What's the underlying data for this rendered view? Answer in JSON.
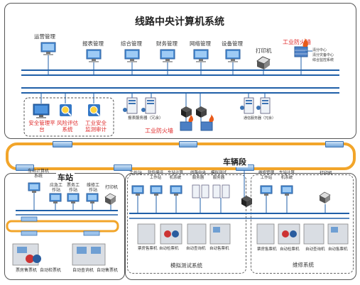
{
  "system_title": "线路中央计算机系统",
  "central": {
    "terminals": [
      {
        "label": "运营管理"
      },
      {
        "label": "报表管理"
      },
      {
        "label": "综合管理"
      },
      {
        "label": "财务管理"
      },
      {
        "label": "网络管理"
      },
      {
        "label": "设备管理"
      }
    ],
    "printer_label": "打印机",
    "firewall_top_label": "工业防火墙",
    "firewall_top_note_lines": [
      "清分中心",
      "清分灾备中心",
      "综合监控系统"
    ],
    "security_group": [
      {
        "label": "安全管理平台",
        "icon": "monitor-icon"
      },
      {
        "label": "风险评估系统",
        "icon": "magnifier-icon"
      },
      {
        "label": "工业安全监测审计",
        "icon": "magnifier-icon"
      }
    ],
    "report_servers_label": "报表服务器（冗余）",
    "firewall_mid_label": "工业防火墙",
    "comm_servers_label": "通信服务器（冗余）"
  },
  "station": {
    "title": "车站",
    "workstations": [
      {
        "label": "车站计算机系统"
      },
      {
        "label": "应急工作站"
      },
      {
        "label": "票务工作站"
      },
      {
        "label": "维修工作站"
      }
    ],
    "printer_label": "打印机",
    "devices": [
      {
        "label": "票房售票机"
      },
      {
        "label": "自动检票机"
      },
      {
        "label": "自动查询机"
      },
      {
        "label": "自动售票机"
      }
    ]
  },
  "depot": {
    "title": "车辆段",
    "sim": {
      "title": "模拟测试系统",
      "workstations": [
        {
          "label": "工作站"
        },
        {
          "label": "软件编译工作站"
        },
        {
          "label": "车站计算机系统"
        },
        {
          "label": "线路中央服务器"
        },
        {
          "label": "模拟测试服务器"
        }
      ],
      "devices": [
        {
          "label": "票房售票机"
        },
        {
          "label": "自动检票机"
        },
        {
          "label": "自动查询机"
        },
        {
          "label": "自动售票机"
        }
      ]
    },
    "maint": {
      "title": "维修系统",
      "workstations": [
        {
          "label": "维修管理工作站"
        },
        {
          "label": "车站计算机系统"
        }
      ],
      "printer_label": "打印机",
      "devices": [
        {
          "label": "票房售票机"
        },
        {
          "label": "自动检票机"
        },
        {
          "label": "自动查询机"
        },
        {
          "label": "自动售票机"
        }
      ]
    }
  },
  "colors": {
    "bus": "#1f5fa8",
    "ring": "#f2a52a",
    "warning": "#e02b2b"
  }
}
